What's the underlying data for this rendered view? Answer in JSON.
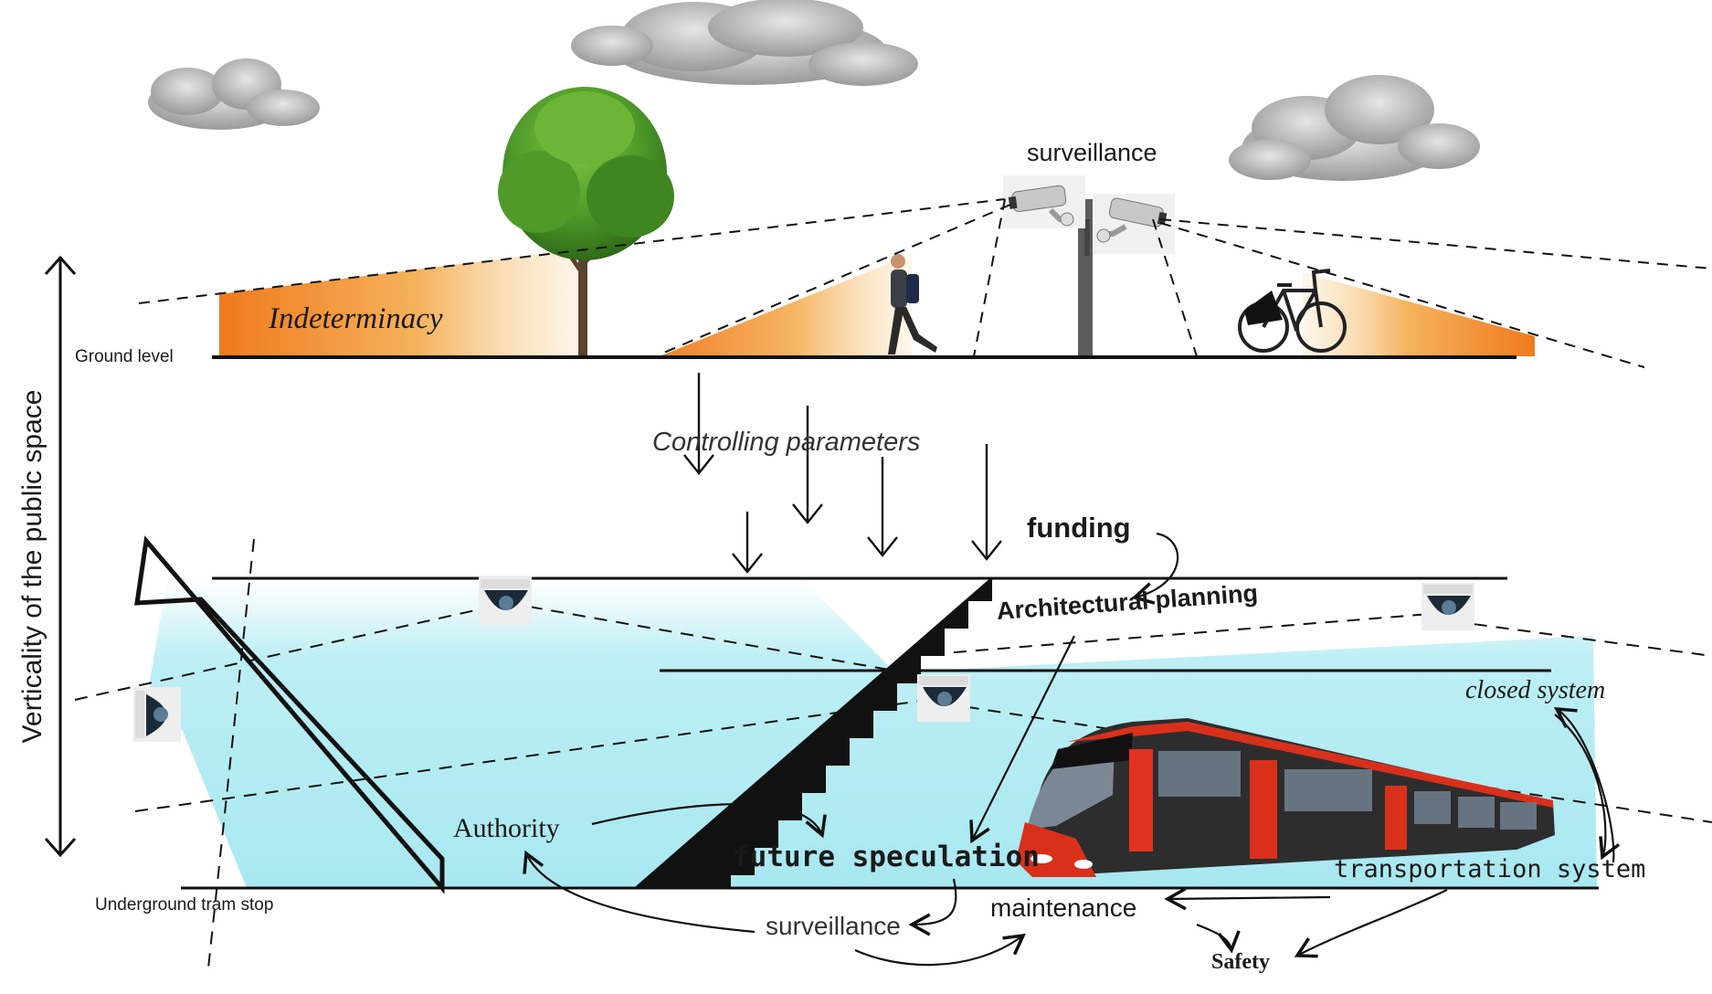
{
  "colors": {
    "indeterminacy_orange": "#f08a2a",
    "underground_cyan": "#b6eef4",
    "tram_red": "#e0321f",
    "tram_body": "#2b2b2b",
    "line": "#111111"
  },
  "labels": {
    "surveillance_top": "surveillance",
    "indeterminacy": "Indeterminacy",
    "ground_level": "Ground level",
    "vertical_axis": "Verticality of the public space",
    "controlling_parameters": "Controlling parameters",
    "funding": "funding",
    "architectural_planning": "Architectural planning",
    "closed_system": "closed system",
    "authority": "Authority",
    "future_speculation": "future speculation",
    "transportation_system": "transportation system",
    "underground_tram_stop": "Underground tram stop",
    "surveillance_bottom": "surveillance",
    "maintenance": "maintenance",
    "safety": "Safety"
  },
  "icons": {
    "cloud": "cloud-icon",
    "tree": "tree-icon",
    "pedestrian": "pedestrian-icon",
    "cctv_camera": "cctv-camera-icon",
    "bicycle": "bicycle-icon",
    "dome_camera": "dome-camera-icon",
    "tram": "tram-icon"
  }
}
